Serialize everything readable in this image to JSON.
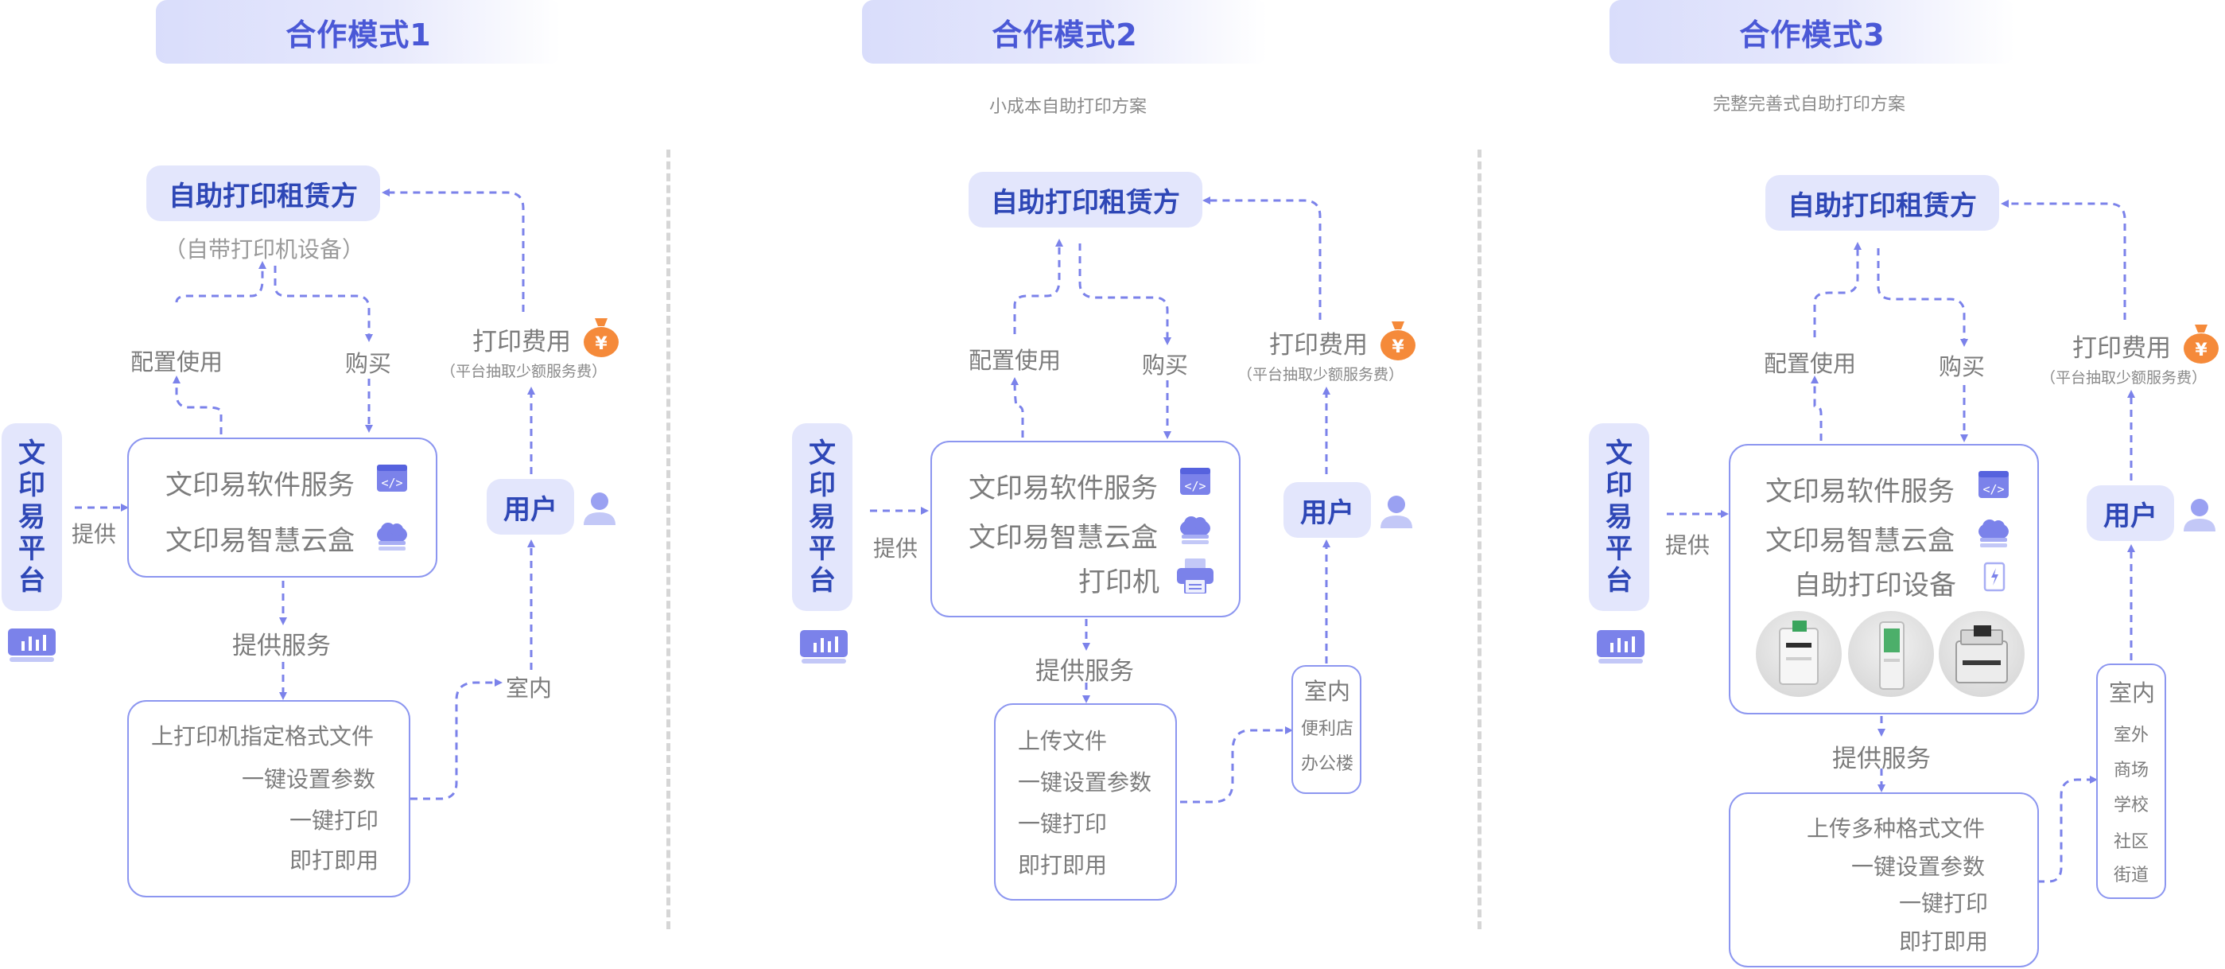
{
  "colors": {
    "accent": "#4a58d6",
    "dark_blue": "#2e47b6",
    "light_bg": "#e3e6fc",
    "line": "#7b82ea",
    "orange": "#f58a3a",
    "gray_text": "#7c7c7c"
  },
  "modes": [
    {
      "header": "合作模式1",
      "subtitle": "",
      "platform": [
        "文",
        "印",
        "易",
        "平",
        "台"
      ],
      "provide": "提供",
      "renter": "自助打印租赁方",
      "renter_note": "（自带打印机设备）",
      "config_use": "配置使用",
      "buy": "购买",
      "fee": "打印费用",
      "fee_note": "（平台抽取少额服务费）",
      "user": "用户",
      "services": [
        "文印易软件服务",
        "文印易智慧云盒"
      ],
      "provide_service": "提供服务",
      "features": [
        "上打印机指定格式文件",
        "一键设置参数",
        "一键打印",
        "即打即用"
      ],
      "locations": [
        "室内"
      ]
    },
    {
      "header": "合作模式2",
      "subtitle": "小成本自助打印方案",
      "platform": [
        "文",
        "印",
        "易",
        "平",
        "台"
      ],
      "provide": "提供",
      "renter": "自助打印租赁方",
      "config_use": "配置使用",
      "buy": "购买",
      "fee": "打印费用",
      "fee_note": "（平台抽取少额服务费）",
      "user": "用户",
      "services": [
        "文印易软件服务",
        "文印易智慧云盒",
        "打印机"
      ],
      "provide_service": "提供服务",
      "features": [
        "上传文件",
        "一键设置参数",
        "一键打印",
        "即打即用"
      ],
      "locations": [
        "室内",
        "便利店",
        "办公楼"
      ]
    },
    {
      "header": "合作模式3",
      "subtitle": "完整完善式自助打印方案",
      "platform": [
        "文",
        "印",
        "易",
        "平",
        "台"
      ],
      "provide": "提供",
      "renter": "自助打印租赁方",
      "config_use": "配置使用",
      "buy": "购买",
      "fee": "打印费用",
      "fee_note": "（平台抽取少额服务费）",
      "user": "用户",
      "services": [
        "文印易软件服务",
        "文印易智慧云盒",
        "自助打印设备"
      ],
      "provide_service": "提供服务",
      "features": [
        "上传多种格式文件",
        "一键设置参数",
        "一键打印",
        "即打即用"
      ],
      "locations": [
        "室内",
        "室外",
        "商场",
        "学校",
        "社区",
        "街道"
      ]
    }
  ],
  "icons": {
    "software": "code-window-icon",
    "cloud": "cloud-box-icon",
    "printer": "printer-icon",
    "device": "kiosk-device-icon",
    "user": "user-icon",
    "fee": "money-bag-icon",
    "platform": "bar-chart-icon"
  }
}
